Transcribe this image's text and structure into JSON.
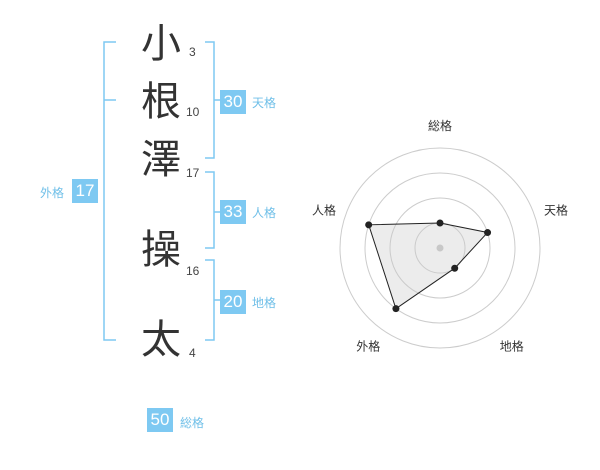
{
  "name": {
    "characters": [
      {
        "char": "小",
        "strokes": "3"
      },
      {
        "char": "根",
        "strokes": "10"
      },
      {
        "char": "澤",
        "strokes": "17"
      },
      {
        "char": "操",
        "strokes": "16"
      },
      {
        "char": "太",
        "strokes": "4"
      }
    ]
  },
  "kaku": {
    "tenkaku": {
      "value": "30",
      "label": "天格"
    },
    "jinkaku": {
      "value": "33",
      "label": "人格"
    },
    "chikaku": {
      "value": "20",
      "label": "地格"
    },
    "gaikaku": {
      "value": "17",
      "label": "外格"
    },
    "soukaku": {
      "value": "50",
      "label": "総格"
    }
  },
  "colors": {
    "accent": "#7ec9f2",
    "text": "#333333"
  },
  "chart_data": {
    "type": "radar",
    "axes": [
      "総格",
      "天格",
      "地格",
      "外格",
      "人格"
    ],
    "rings": 4,
    "max": 4,
    "values": [
      1,
      2,
      1,
      3,
      3
    ]
  }
}
